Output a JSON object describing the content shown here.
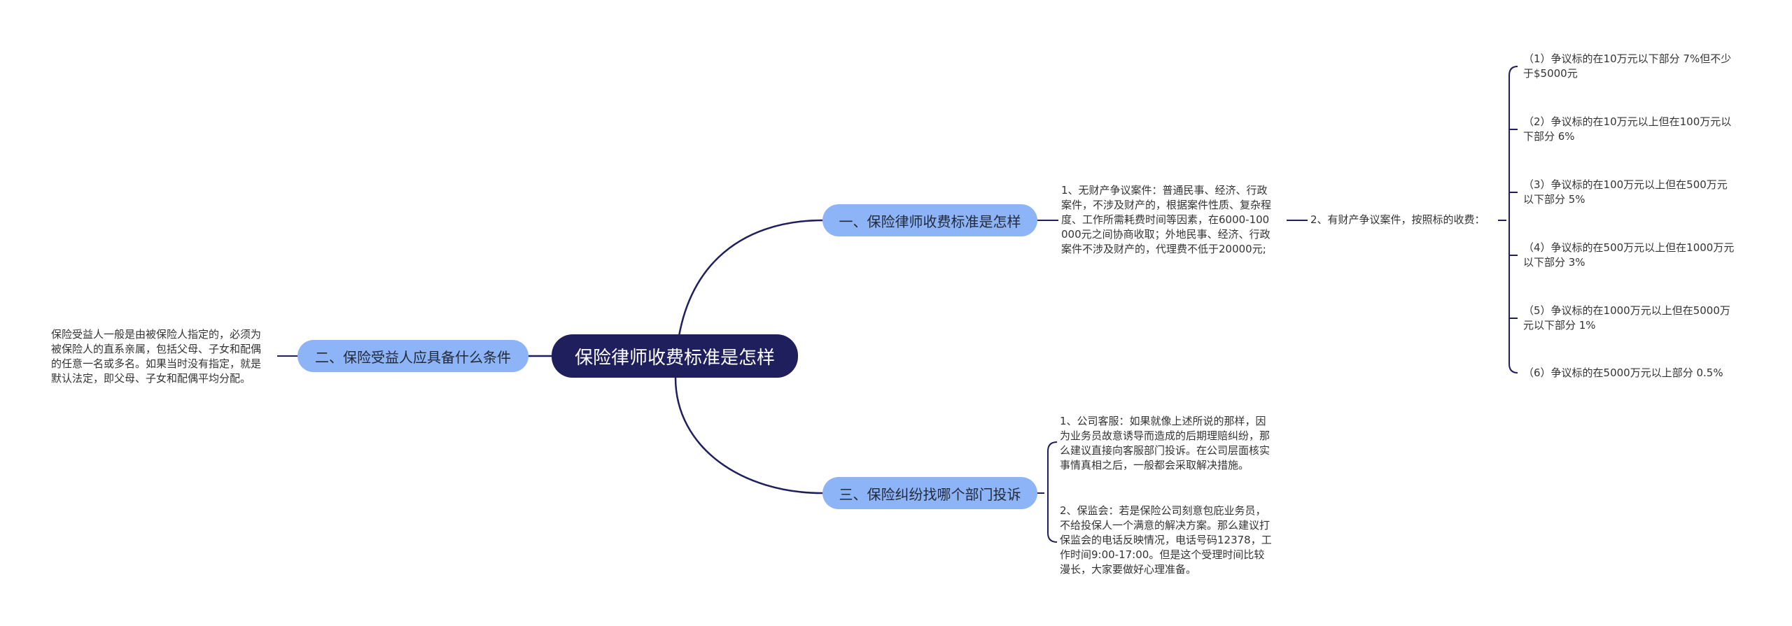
{
  "root": {
    "label": "保险律师收费标准是怎样"
  },
  "branches": [
    {
      "label": "一、保险律师收费标准是怎样",
      "child_text": "1、无财产争议案件：普通民事、经济、行政\n案件，不涉及财产的，根据案件性质、复杂程\n度、工作所需耗费时间等因素，在6000-100\n000元之间协商收取；外地民事、经济、行政\n案件不涉及财产的，代理费不低于20000元;",
      "sub_label": "2、有财产争议案件，按照标的收费：",
      "sub_items": [
        "（1）争议标的在10万元以下部分 7%但不少\n于$5000元",
        "（2）争议标的在10万元以上但在100万元以\n下部分 6%",
        "（3）争议标的在100万元以上但在500万元\n以下部分 5%",
        "（4）争议标的在500万元以上但在1000万元\n以下部分 3%",
        "（5）争议标的在1000万元以上但在5000万\n元以下部分 1%",
        "（6）争议标的在5000万元以上部分 0.5%"
      ]
    },
    {
      "label": "二、保险受益人应具备什么条件",
      "child_text": "保险受益人一般是由被保险人指定的，必须为\n被保险人的直系亲属，包括父母、子女和配偶\n的任意一名或多名。如果当时没有指定，就是\n默认法定，即父母、子女和配偶平均分配。"
    },
    {
      "label": "三、保险纠纷找哪个部门投诉",
      "items": [
        "1、公司客服：如果就像上述所说的那样，因\n为业务员故意诱导而造成的后期理赔纠纷，那\n么建议直接向客服部门投诉。在公司层面核实\n事情真相之后，一般都会采取解决措施。",
        "2、保监会：若是保险公司刻意包庇业务员，\n不给投保人一个满意的解决方案。那么建议打\n保监会的电话反映情况，电话号码12378，工\n作时间9:00-17:00。但是这个受理时间比较\n漫长，大家要做好心理准备。"
      ]
    }
  ],
  "colors": {
    "root_bg": "#1f1f5e",
    "branch_bg": "#8db4f6",
    "line": "#1f1f5e"
  }
}
